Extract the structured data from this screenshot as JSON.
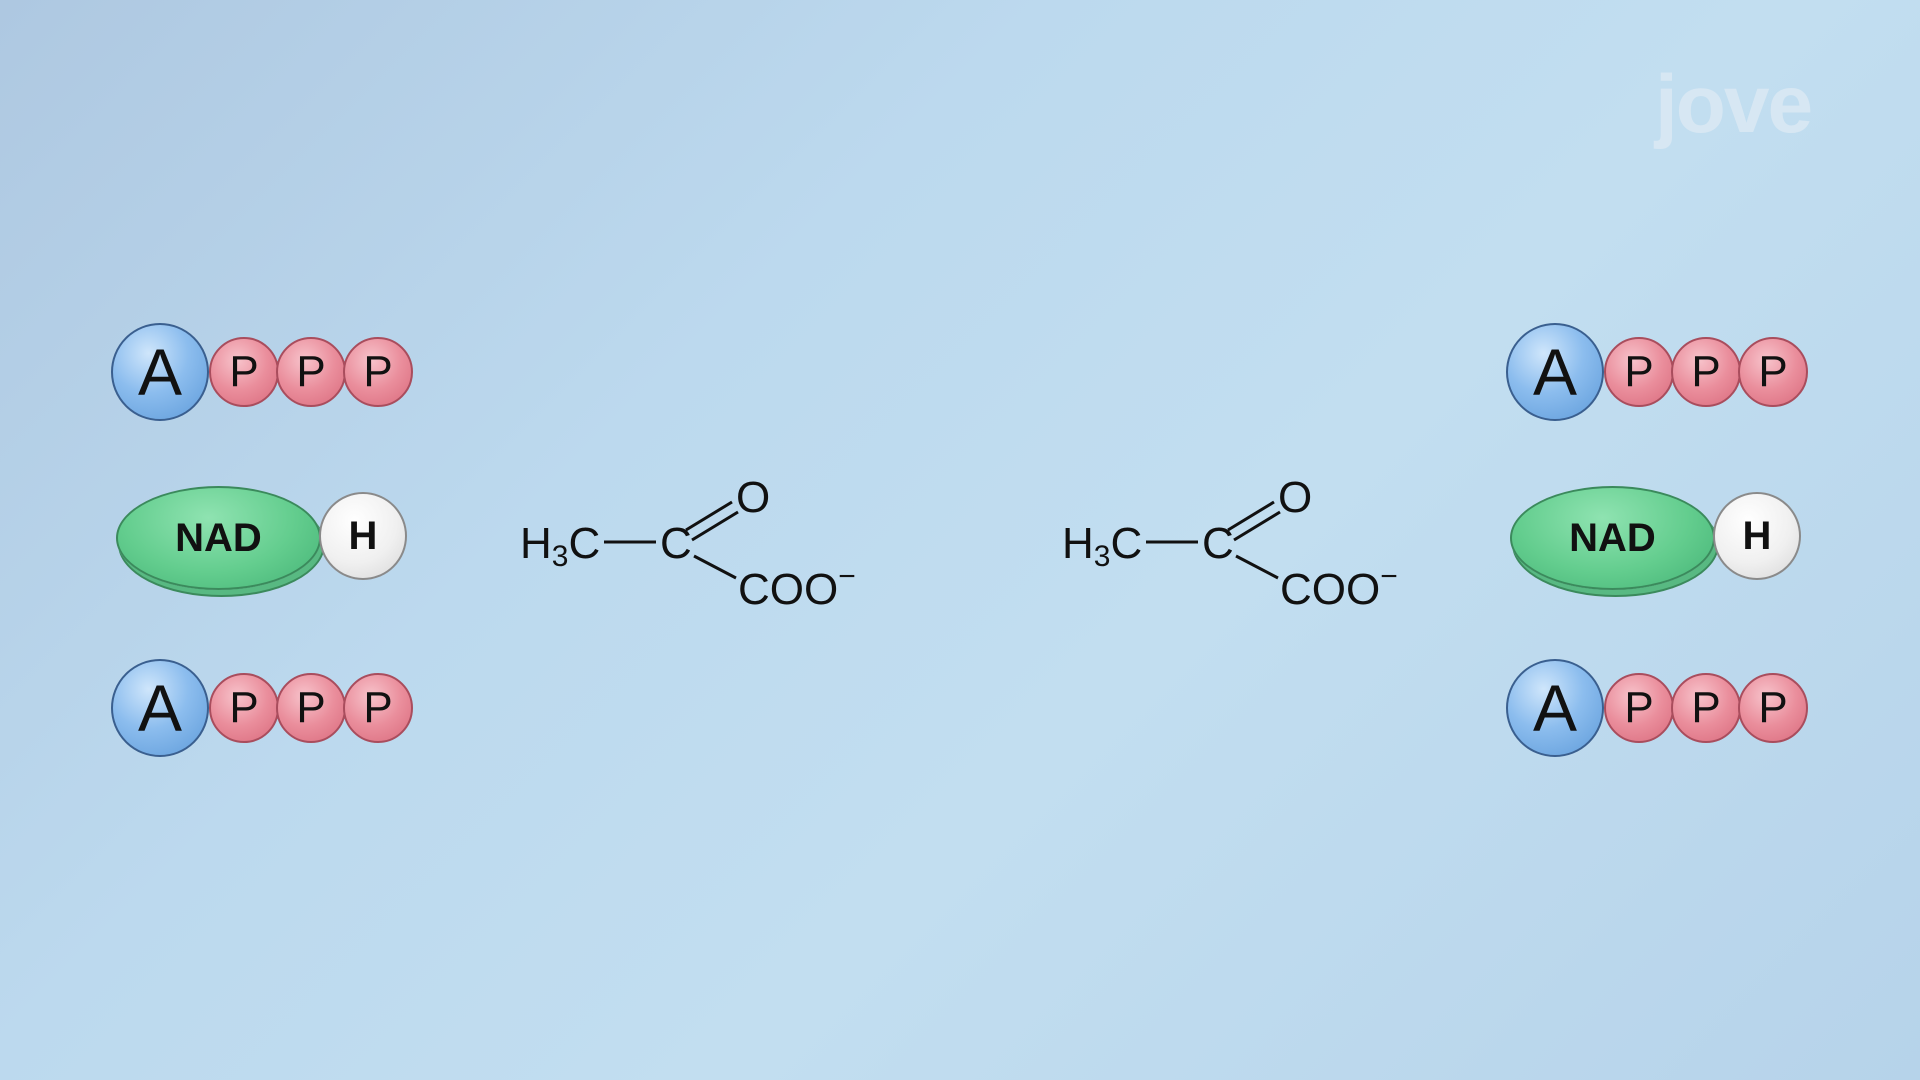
{
  "atp_molecules": [
    {
      "adenosine": "A",
      "phosphates": [
        "P",
        "P",
        "P"
      ]
    },
    {
      "adenosine": "A",
      "phosphates": [
        "P",
        "P",
        "P"
      ]
    },
    {
      "adenosine": "A",
      "phosphates": [
        "P",
        "P",
        "P"
      ]
    },
    {
      "adenosine": "A",
      "phosphates": [
        "P",
        "P",
        "P"
      ]
    }
  ],
  "nadh_molecules": [
    {
      "nad": "NAD",
      "h": "H"
    },
    {
      "nad": "NAD",
      "h": "H"
    }
  ],
  "pyruvate_molecules": [
    {
      "h3": "H",
      "sub3": "3",
      "c1": "C",
      "c2": "C",
      "o": "O",
      "coo": "COO",
      "charge": "−"
    },
    {
      "h3": "H",
      "sub3": "3",
      "c1": "C",
      "c2": "C",
      "o": "O",
      "coo": "COO",
      "charge": "−"
    }
  ],
  "logo": {
    "text": "jove"
  },
  "colors": {
    "adenosine": "#8cbdee",
    "phosphate": "#ea8e9c",
    "nad": "#63cd8e",
    "hydrogen": "#f0f0f0",
    "background": "#bcd9ee"
  }
}
